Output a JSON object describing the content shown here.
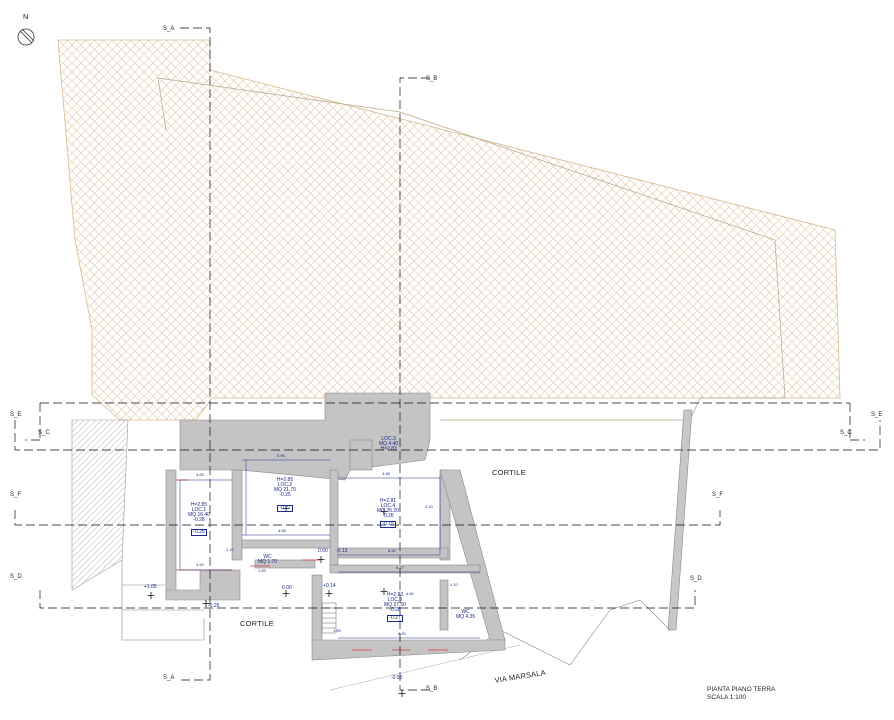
{
  "north": "N",
  "sections": {
    "a_top": "S_A",
    "a_bottom": "S_A",
    "b_top": "S_B",
    "b_bottom": "S_B",
    "c_left": "S_C",
    "c_right": "S_C",
    "d_left": "S_D",
    "d_right": "S_D",
    "e_left": "S_E",
    "e_right": "S_E",
    "f_left": "S_F",
    "f_right": "S_F"
  },
  "areas": {
    "cortile_east": "CORTILE",
    "cortile_south": "CORTILE",
    "street": "VIA MARSALA"
  },
  "rooms": {
    "loc1": [
      "H=2.85",
      "LOC.1",
      "MQ 16.40",
      "-0.28"
    ],
    "loc1_box": "-0.28",
    "loc2": [
      "H=2.85",
      "LOC.2",
      "MQ 21.70",
      "-0.25"
    ],
    "loc2_box": "-0.27",
    "loc3": [
      "LOC.3",
      "MQ 4.40",
      "H=2.83"
    ],
    "loc4": [
      "H=2.81",
      "LOC.4",
      "MQ 26.20",
      "-0.26"
    ],
    "loc4_box": "-0.15",
    "loc5": [
      "H=2.83",
      "LOC.5",
      "MQ 27.50",
      "-0.28"
    ],
    "loc5_box": "-0.27",
    "wc1": [
      "WC",
      "MQ 1.70"
    ],
    "wc2": [
      "WC",
      "MQ 4.35"
    ]
  },
  "levels": {
    "w1": "+1.05",
    "w2": "-0.26",
    "c1": "0.00",
    "c2": "-0.13",
    "c3": "+0.14",
    "c4": "0.00",
    "s1": "-0.55"
  },
  "dims": {
    "d1": "3.65",
    "d2": "5.95",
    "d3": "4.48",
    "d4": "4.06",
    "d5": "6.50",
    "d6": "6.27",
    "d7": "1.10",
    "d8": "3.92",
    "d9": "1.69",
    "d10": "1.59",
    "d11": "6.53",
    "d12": "1.10",
    "d13": "4.50",
    "d14": "4.10"
  },
  "title": {
    "line1": "PIANTA PIANO TERRA",
    "line2": "SCALA 1:100"
  }
}
